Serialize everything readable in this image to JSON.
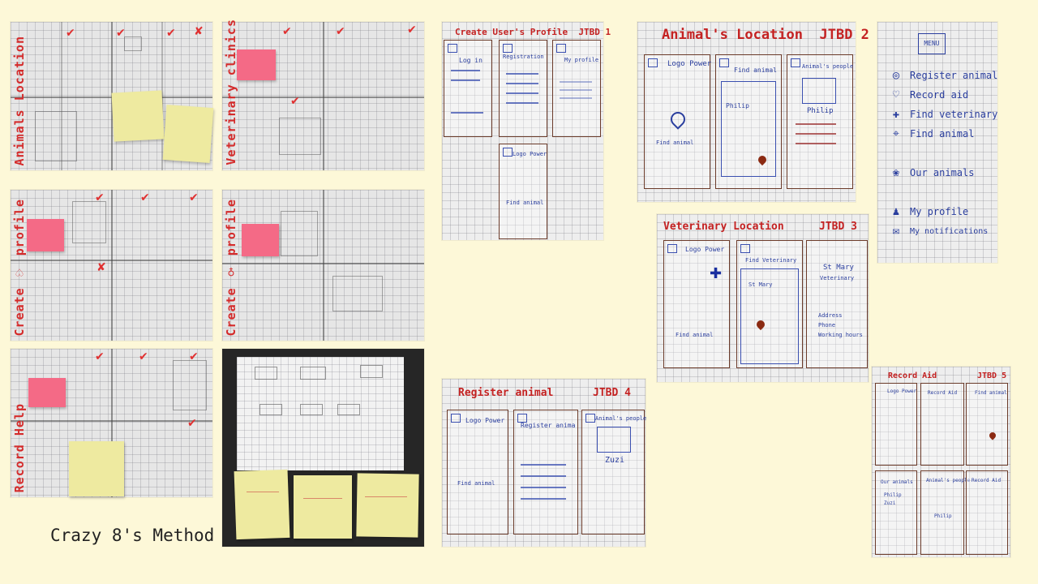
{
  "caption": "Crazy 8's Method",
  "sketch_labels": {
    "animals_location": "Animals Location",
    "veterinary_clinics": "Veterinary clinics",
    "create_profile_1": "Create ♡ profile",
    "create_profile_2": "Create ♀ profile",
    "record_help": "Record Help"
  },
  "jtbd": {
    "jtbd1": {
      "title": "Create User's Profile",
      "tag": "JTBD 1"
    },
    "jtbd2": {
      "title": "Animal's Location",
      "tag": "JTBD 2"
    },
    "jtbd3": {
      "title": "Veterinary Location",
      "tag": "JTBD 3"
    },
    "jtbd4": {
      "title": "Register animal",
      "tag": "JTBD 4"
    },
    "jtbd5": {
      "title": "Record Aid",
      "tag": "JTBD 5"
    }
  },
  "screens": {
    "logo_power": "Logo Power",
    "find_animal": "Find animal",
    "find_veterinary": "Find Veterinary",
    "animals_people": "Animal's people",
    "philip": "Philip",
    "st_mary": "St Mary",
    "veterinary": "Veterinary",
    "address": "Address",
    "phone": "Phone",
    "working_hours": "Working hours",
    "register_animal": "Register anima",
    "zuzi": "Zuzi",
    "log_in": "Log in",
    "registration": "Registration",
    "my_profile": "My profile",
    "record_aid": "Record Aid",
    "our_animals": "Our animals"
  },
  "menu": {
    "header": "MENU",
    "items": [
      {
        "icon": "eye-icon",
        "glyph": "◎",
        "label": "Register animal"
      },
      {
        "icon": "heart-icon",
        "glyph": "♡",
        "label": "Record aid"
      },
      {
        "icon": "cross-icon",
        "glyph": "✚",
        "label": "Find veterinary"
      },
      {
        "icon": "pin-icon",
        "glyph": "⌖",
        "label": "Find animal"
      },
      {
        "icon": "paw-icon",
        "glyph": "❀",
        "label": "Our animals"
      },
      {
        "icon": "user-icon",
        "glyph": "♟",
        "label": "My profile"
      },
      {
        "icon": "mail-icon",
        "glyph": "✉",
        "label": "My notifications"
      }
    ]
  },
  "colors": {
    "background": "#fdf8d8",
    "title_red": "#c42222",
    "ink_blue": "#2a3e9e",
    "pin_brown": "#8b2a12"
  }
}
